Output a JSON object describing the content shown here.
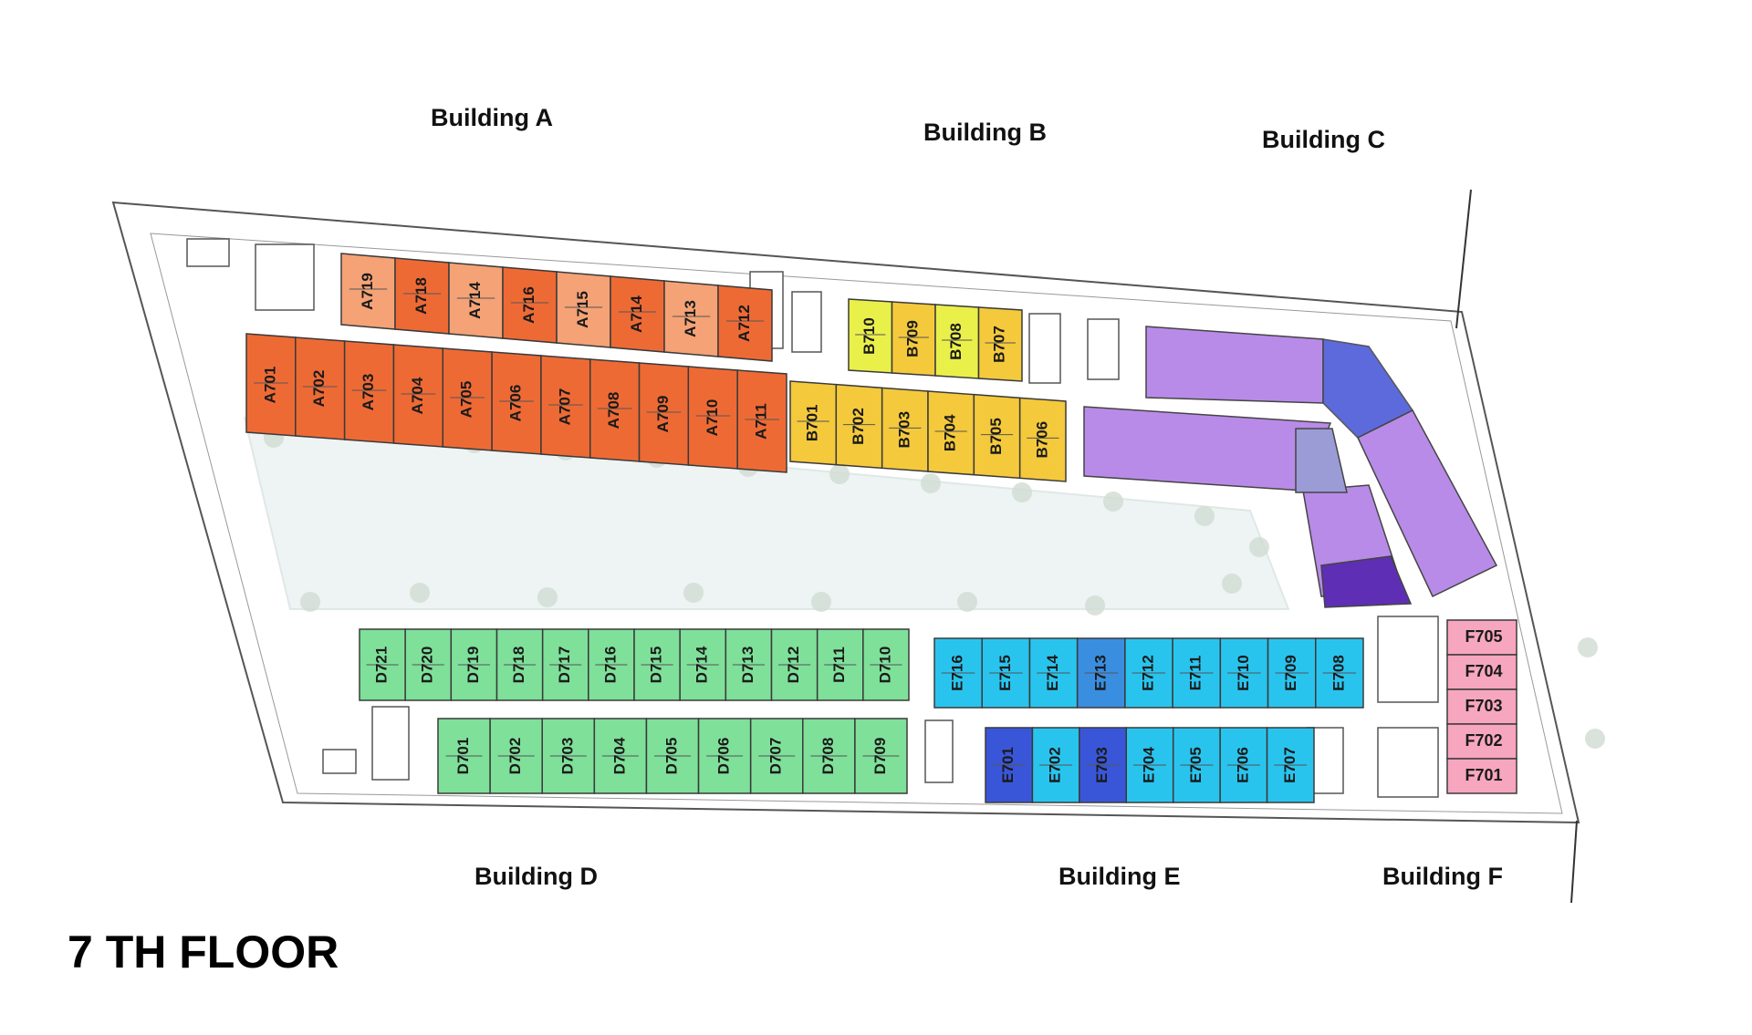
{
  "title": "7 TH FLOOR",
  "buildings": {
    "A": {
      "label": "Building A",
      "color": "#ee6a35",
      "color_light": "#f4a276"
    },
    "B": {
      "label": "Building B",
      "color": "#f4c93c",
      "color_light": "#eaf04a"
    },
    "C": {
      "label": "Building C",
      "color": "#b98be8",
      "color_dark": "#5e2fb4",
      "color_blue": "#4b5ad8"
    },
    "D": {
      "label": "Building D",
      "color": "#7fe09a"
    },
    "E": {
      "label": "Building E",
      "color": "#29c4ee",
      "color_blue": "#3a56d8"
    },
    "F": {
      "label": "Building F",
      "color": "#f7a6c0"
    }
  },
  "units": {
    "A_top": [
      "A719",
      "A718",
      "A714",
      "A716",
      "A715",
      "A714",
      "A713",
      "A712"
    ],
    "A_bottom": [
      "A701",
      "A702",
      "A703",
      "A704",
      "A705",
      "A706",
      "A707",
      "A708",
      "A709",
      "A710",
      "A711"
    ],
    "B_top": [
      "B710",
      "B709",
      "B708",
      "B707"
    ],
    "B_bottom": [
      "B701",
      "B702",
      "B703",
      "B704",
      "B705",
      "B706"
    ],
    "D_top": [
      "D721",
      "D720",
      "D719",
      "D718",
      "D717",
      "D716",
      "D715",
      "D714",
      "D713",
      "D712",
      "D711",
      "D710"
    ],
    "D_bottom": [
      "D701",
      "D702",
      "D703",
      "D704",
      "D705",
      "D706",
      "D707",
      "D708",
      "D709"
    ],
    "E_top": [
      "E716",
      "E715",
      "E714",
      "E713",
      "E712",
      "E711",
      "E710",
      "E709",
      "E708"
    ],
    "E_bottom": [
      "E701",
      "E702",
      "E703",
      "E704",
      "E705",
      "E706",
      "E707"
    ],
    "F": [
      "F705",
      "F704",
      "F703",
      "F702",
      "F701"
    ]
  }
}
